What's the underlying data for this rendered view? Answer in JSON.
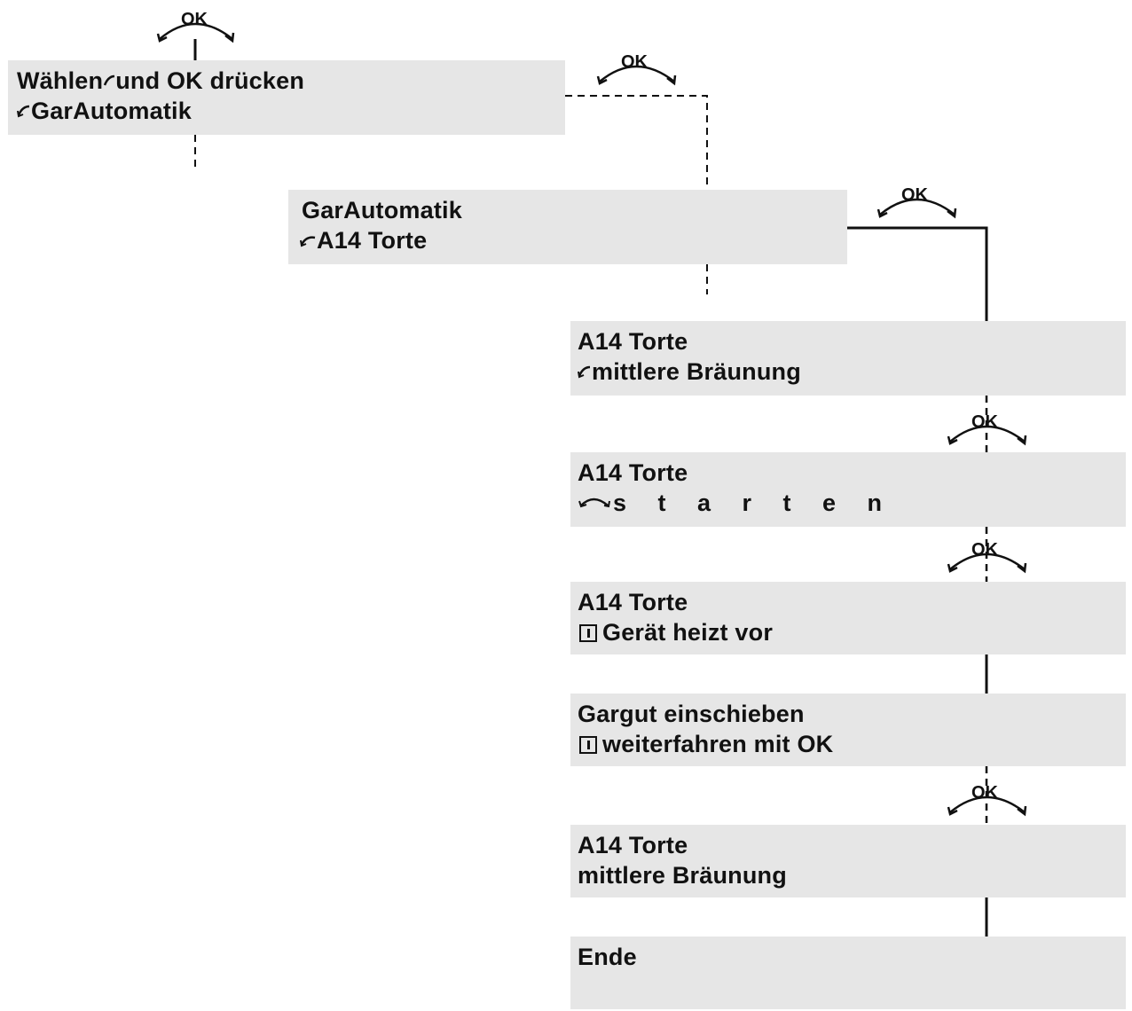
{
  "ok_label": "OK",
  "steps": {
    "select": {
      "line1": "Wählen und OK drücken",
      "line1_a": "Wählen",
      "line1_b": "und OK drücken",
      "line2": "GarAutomatik"
    },
    "garautomatik": {
      "line1": "GarAutomatik",
      "line2": "A14 Torte"
    },
    "browning": {
      "line1": "A14 Torte",
      "line2": "mittlere Bräunung"
    },
    "start": {
      "line1": "A14 Torte",
      "line2": "s t a r t e n"
    },
    "preheat": {
      "line1": "A14 Torte",
      "line2": "Gerät heizt vor"
    },
    "insert": {
      "line1": "Gargut einschieben",
      "line2": "weiterfahren mit OK"
    },
    "result": {
      "line1": "A14 Torte",
      "line2": "mittlere Bräunung"
    },
    "end": {
      "line1": "Ende"
    }
  },
  "icons": [
    "rotary-knob-icon",
    "info-icon",
    "ok-rotate-icon"
  ]
}
